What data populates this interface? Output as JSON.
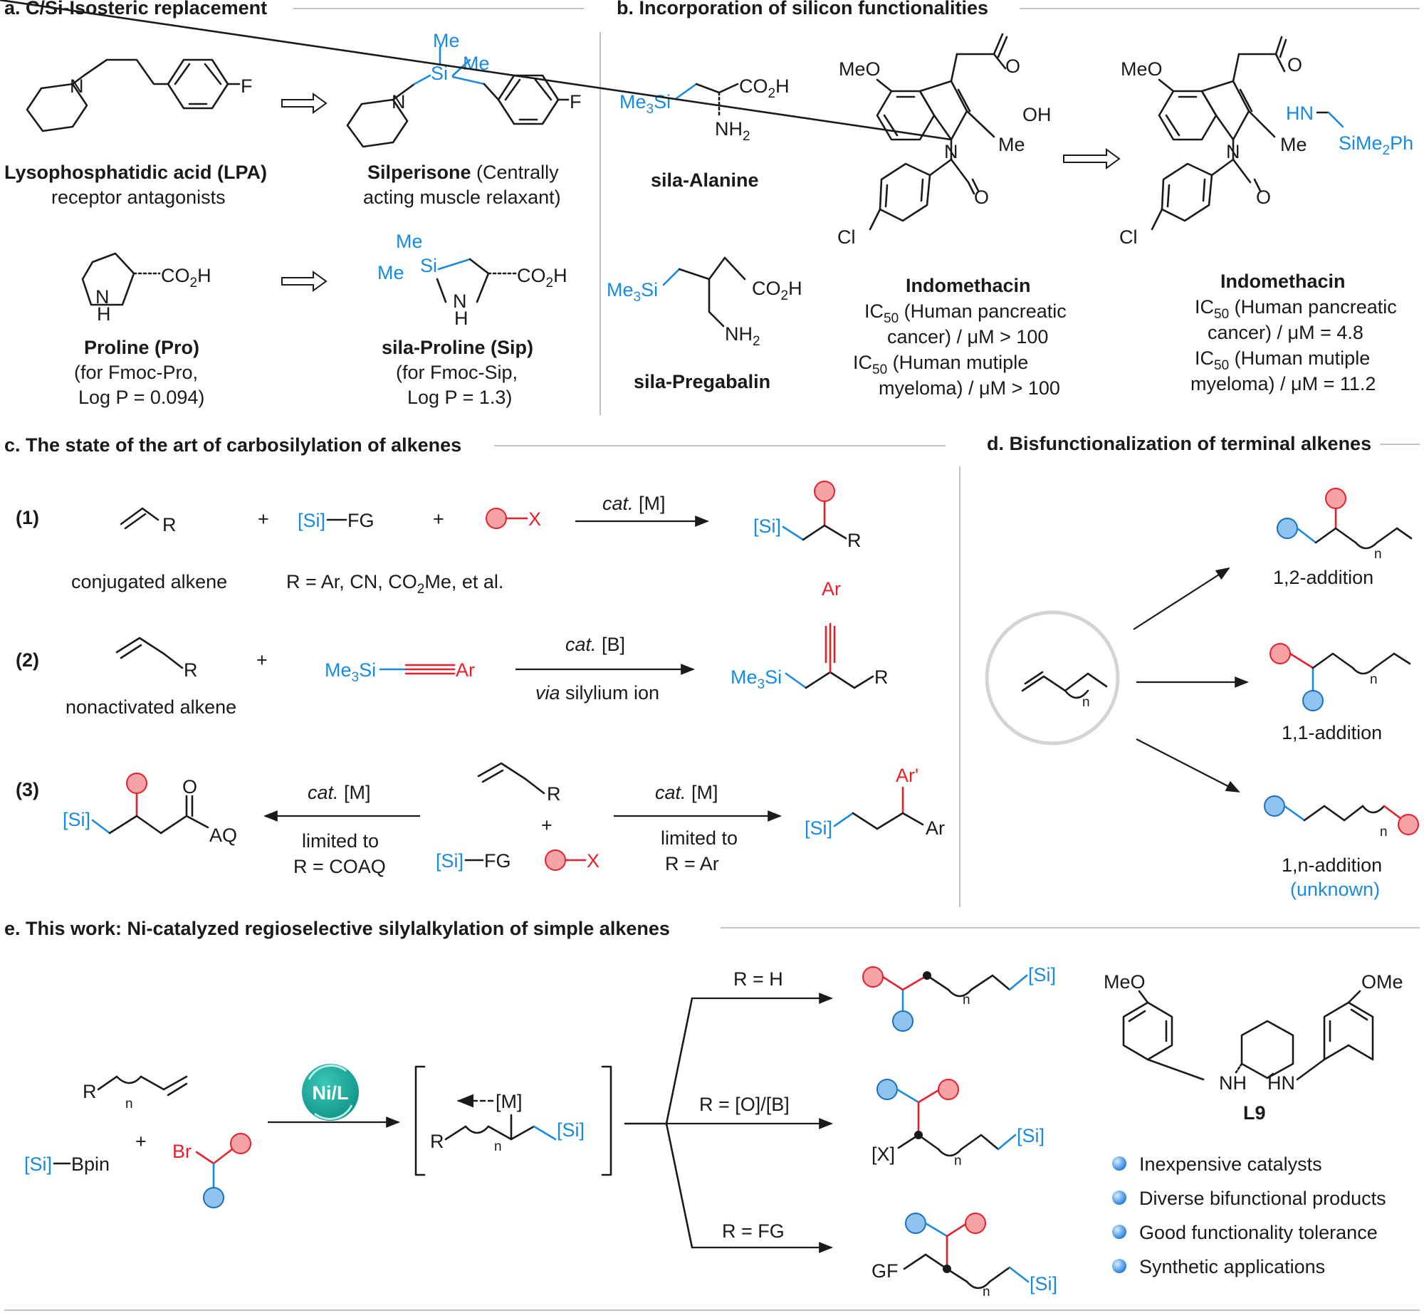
{
  "panels": {
    "a": {
      "heading": "a. C/Si-Isosteric replacement",
      "lpa_label_1": "Lysophosphatidic acid (LPA)",
      "lpa_label_2": "receptor antagonists",
      "silperisone_bold": "Silperisone",
      "silperisone_rest": " (Centrally",
      "silperisone_label_2": "acting muscle relaxant)",
      "proline_label_1": "Proline (Pro)",
      "proline_label_2": "(for Fmoc-Pro,",
      "proline_label_3": "Log P = 0.094)",
      "sip_label_1": "sila-Proline (Sip)",
      "sip_label_2": "(for Fmoc-Sip,",
      "sip_label_3": "Log P = 1.3)"
    },
    "b": {
      "heading": "b. Incorporation of silicon functionalities",
      "sila_alanine": "sila-Alanine",
      "sila_pregabalin": "sila-Pregabalin",
      "indo1_title": "Indomethacin",
      "indo1_line1_sym": "IC",
      "indo1_line1_sub": "50",
      "indo1_line1_rest": " (Human pancreatic",
      "indo1_line2": "cancer) / μM > 100",
      "indo1_line3_rest": " (Human mutiple",
      "indo1_line4": "myeloma) / μM > 100",
      "indo2_title": "Indomethacin",
      "indo2_line2": "cancer) / μM = 4.8",
      "indo2_line4": "myeloma) / μM = 11.2"
    },
    "c": {
      "heading": "c. The state of the art of carbosilylation of alkenes",
      "eq1_num": "(1)",
      "eq2_num": "(2)",
      "eq3_num": "(3)",
      "conjugated": "conjugated alkene",
      "r_def": "R = Ar, CN, CO",
      "r_def_sub": "2",
      "r_def_end": "Me, et al.",
      "nonactivated": "nonactivated alkene",
      "cat_m": "cat.",
      "cat_m_rest": " [M]",
      "cat_b_rest": " [B]",
      "via": "via",
      "via_rest": " silylium ion",
      "limited_to": "limited to",
      "r_coaq": "R = COAQ",
      "r_ar": "R = Ar"
    },
    "d": {
      "heading": "d. Bisfunctionalization of terminal alkenes",
      "add12": "1,2-addition",
      "add11": "1,1-addition",
      "add1n": "1,n-addition",
      "unknown": "(unknown)"
    },
    "e": {
      "heading": "e. This work: Ni-catalyzed regioselective silylalkylation of  simple alkenes",
      "catalyst": "Ni/L",
      "r_h": "R = H",
      "r_ob": "R = [O]/[B]",
      "r_fg": "R = FG",
      "ligand": "L9",
      "bullets": [
        "Inexpensive catalysts",
        "Diverse bifunctional products",
        "Good functionality tolerance",
        "Synthetic applications"
      ]
    }
  },
  "atoms": {
    "f": "F",
    "n": "N",
    "h": "H",
    "me": "Me",
    "si": "Si",
    "meo": "MeO",
    "ome": "OMe",
    "co2h": "CO",
    "sub2": "2",
    "h_end": "H",
    "oh": "OH",
    "o": "O",
    "cl": "Cl",
    "me3si_a": "Me",
    "sub3": "3",
    "me3si_b": "Si",
    "nh2": "NH",
    "hn": "HN",
    "sime2ph_a": "SiMe",
    "sime2ph_b": "Ph",
    "r": "R",
    "si_br": "[Si]",
    "fg": "FG",
    "x": "X",
    "ar": "Ar",
    "arp": "Ar'",
    "aq": "AQ",
    "n_sub": "n",
    "m_br": "[M]",
    "bpin": "Bpin",
    "br": "Br",
    "x_br": "[X]",
    "gf": "GF",
    "nh": "NH"
  },
  "colors": {
    "silicon_blue": "#1a8ae0",
    "reactive_red": "#e8202a",
    "catalyst_teal": "#1aa39a"
  }
}
